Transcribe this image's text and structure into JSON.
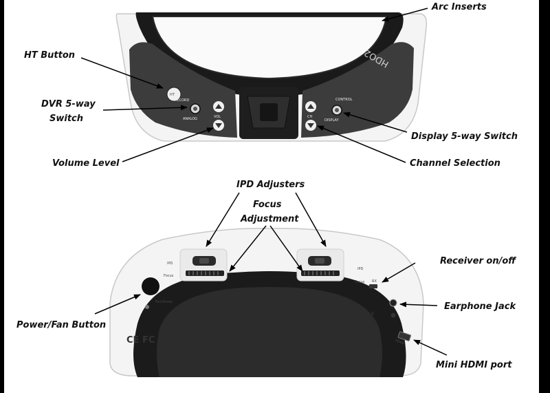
{
  "labels": {
    "arc_inserts": "Arc Inserts",
    "ht_button": "HT Button",
    "dvr_line1": "DVR 5-way",
    "dvr_line2": "Switch",
    "volume_level": "Volume Level",
    "display_switch": "Display 5-way Switch",
    "channel_selection": "Channel Selection",
    "ipd_adjusters": "IPD Adjusters",
    "focus_line1": "Focus",
    "focus_line2": "Adjustment",
    "receiver_onoff": "Receiver on/off",
    "earphone_jack": "Earphone Jack",
    "power_fan_button": "Power/Fan Button",
    "mini_hdmi": "Mini HDMI port"
  },
  "device_text": {
    "brand": "HDO2",
    "ht": "HT",
    "record": "RECORD",
    "analog": "ANALOG",
    "vol": "VOL",
    "ch": "CH",
    "control": "CONTROL",
    "display": "DISPLAY",
    "ipd_left": "IPD",
    "ipd_right": "IPD",
    "focus_left": "Focus",
    "focus_right": "Focus",
    "fan_power": "Fan/Power",
    "rx": "RX",
    "hdmi": "HDMI",
    "ce_fc": "CE FC"
  }
}
